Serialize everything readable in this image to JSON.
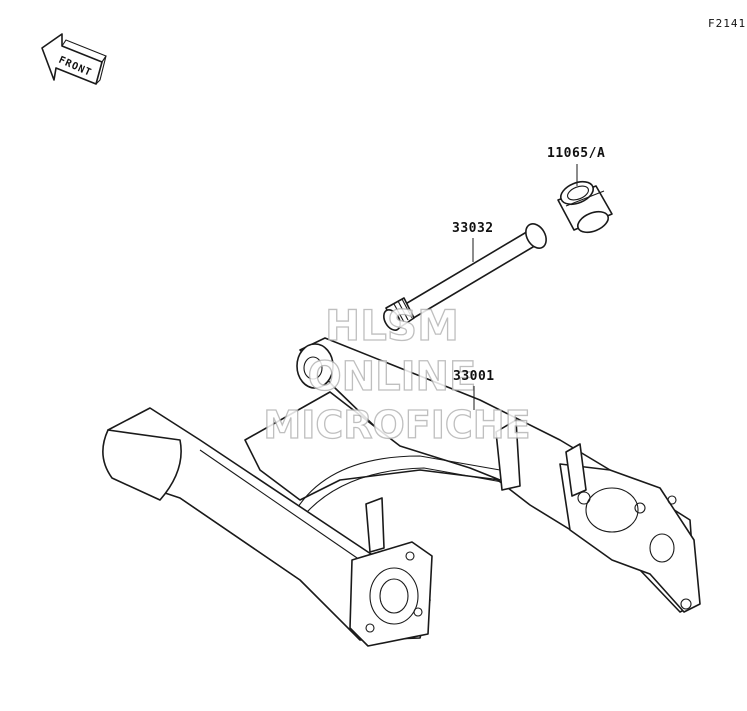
{
  "figure_code": "F2141",
  "front_label": "FRONT",
  "watermark": {
    "line1": "HLSM",
    "line2": "ONLINE",
    "line3": "MICROFICHE"
  },
  "callouts": [
    {
      "id": "collar",
      "label": "11065/A"
    },
    {
      "id": "pivot-shaft",
      "label": "33032"
    },
    {
      "id": "swingarm",
      "label": "33001"
    }
  ],
  "colors": {
    "line": "#1a1a1a",
    "watermark": "#b4b4b4",
    "background": "#ffffff"
  }
}
